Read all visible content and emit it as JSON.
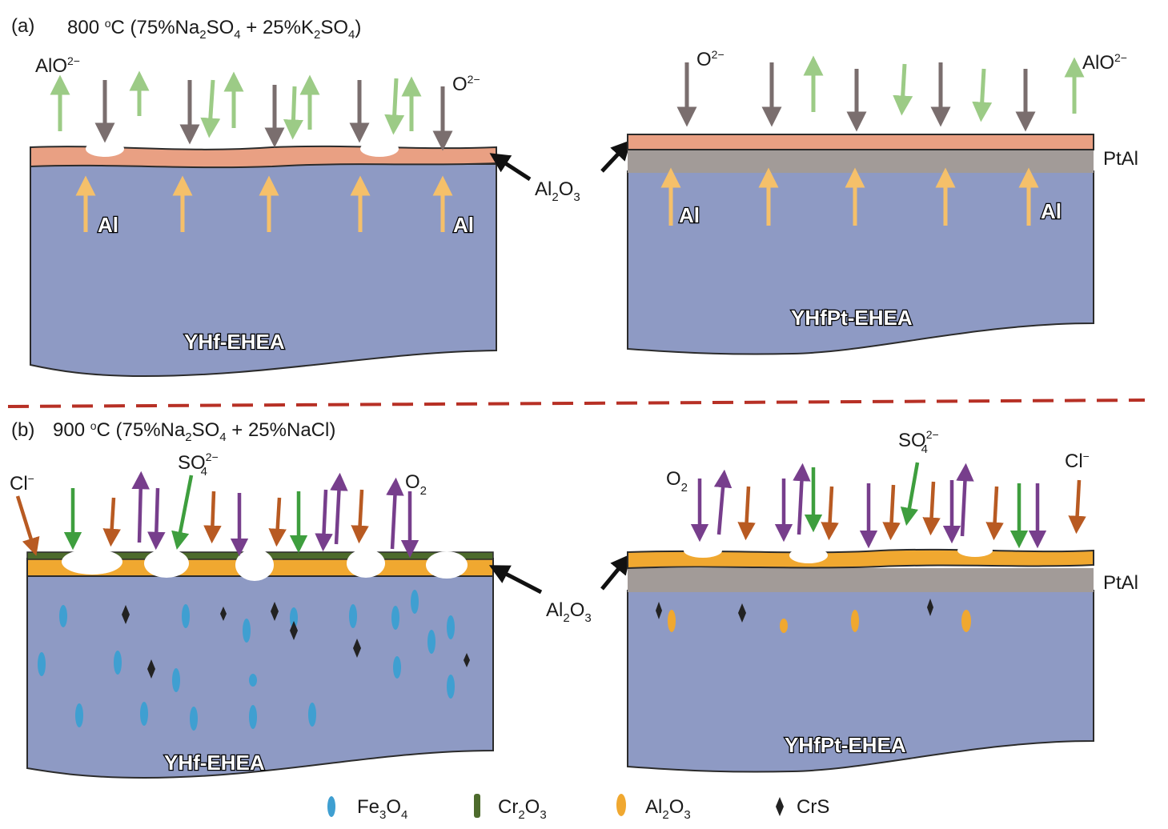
{
  "panel_a": {
    "tag": "(a)",
    "condition": {
      "temp": "800 ",
      "deg": "o",
      "unit": "C (75%Na",
      "s1": "2",
      "t1": "SO",
      "s2": "4",
      "t2": " + 25%K",
      "s3": "2",
      "t3": "SO",
      "s4": "4",
      "t4": ")"
    },
    "left": {
      "substrate": "YHf-EHEA",
      "ion_out": {
        "base": "AlO",
        "sup": "2−"
      },
      "ion_in": {
        "base": "O",
        "sup": "2−"
      },
      "diffusion_left": "Al",
      "diffusion_right": "Al"
    },
    "right": {
      "substrate": "YHfPt-EHEA",
      "coating": "PtAl",
      "ion_out": {
        "base": "AlO",
        "sup": "2−"
      },
      "ion_in": {
        "base": "O",
        "sup": "2−"
      },
      "diffusion_left": "Al",
      "diffusion_right": "Al"
    },
    "scale_label": {
      "base": "Al",
      "s1": "2",
      "mid": "O",
      "s2": "3"
    }
  },
  "panel_b": {
    "tag": "(b)",
    "condition": {
      "temp": "900 ",
      "deg": "o",
      "unit": "C (75%Na",
      "s1": "2",
      "t1": "SO",
      "s2": "4",
      "t2": " + 25%NaCl)"
    },
    "left": {
      "substrate": "YHf-EHEA",
      "cl": {
        "base": "Cl",
        "sup": "−"
      },
      "so4": {
        "base": "SO",
        "sub": "4",
        "sup": "2−"
      },
      "o2": {
        "base": "O",
        "sub": "2"
      }
    },
    "right": {
      "substrate": "YHfPt-EHEA",
      "coating": "PtAl",
      "cl": {
        "base": "Cl",
        "sup": "−"
      },
      "so4": {
        "base": "SO",
        "sub": "4",
        "sup": "2−"
      },
      "o2": {
        "base": "O",
        "sub": "2"
      }
    },
    "scale_label": {
      "base": "Al",
      "s1": "2",
      "mid": "O",
      "s2": "3"
    }
  },
  "legend": [
    {
      "base": "Fe",
      "s1": "3",
      "mid": "O",
      "s2": "4",
      "icon": "blue-ellipse-icon",
      "color": "#3f9fd1"
    },
    {
      "base": "Cr",
      "s1": "2",
      "mid": "O",
      "s2": "3",
      "icon": "green-bar-icon",
      "color": "#4f6b2a"
    },
    {
      "base": "Al",
      "s1": "2",
      "mid": "O",
      "s2": "3",
      "icon": "orange-ellipse-icon",
      "color": "#f0a832"
    },
    {
      "base": "CrS",
      "s1": "",
      "mid": "",
      "s2": "",
      "icon": "black-diamond-icon",
      "color": "#222222"
    }
  ],
  "colors": {
    "substrate": "#8e9ac4",
    "alumina_scale_a": "#e9a083",
    "alumina_scale_b": "#f0a830",
    "ptal": "#a29b98",
    "cr2o3": "#4d6b2c",
    "arrow_gray": "#7a6e6e",
    "arrow_lightgreen": "#9ccb86",
    "arrow_tan": "#f5c06a",
    "arrow_orange": "#b85a22",
    "arrow_green": "#3e9e3e",
    "arrow_purple": "#773e8c",
    "divider": "#b73025"
  }
}
